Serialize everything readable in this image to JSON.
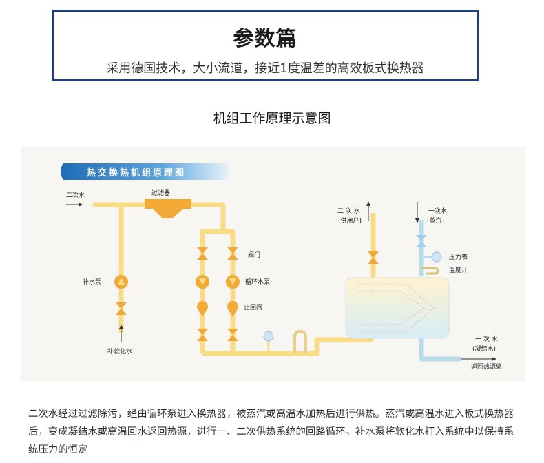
{
  "header": {
    "title": "参数篇",
    "subtitle": "采用德国技术，大小流道，接近1度温差的高效板式换热器"
  },
  "diagram_title": "机组工作原理示意图",
  "diagram": {
    "banner": "热交换热机组原理图",
    "labels": {
      "secondary_in": "二次水",
      "filter": "过滤器",
      "makeup_pump": "补水泵",
      "soft_water": "补软化水",
      "valve": "阀门",
      "circ_pump": "循环水泵",
      "check_valve": "止回阀",
      "secondary_out_1": "二 次 水",
      "secondary_out_2": "(供用户)",
      "primary_in_1": "一次水",
      "primary_in_2": "(蒸汽)",
      "pressure_gauge": "压力表",
      "thermometer": "温度计",
      "primary_out_1": "一 次 水",
      "primary_out_2": "(凝结水)",
      "return_heat": "返回热源处"
    },
    "colors": {
      "pipe_yellow": "#f8dc86",
      "pipe_blue": "#b9dcec",
      "valve_orange": "#f2a935",
      "banner_blue": "#2c7cc2"
    }
  },
  "caption": "二次水经过过滤除污，经由循环泵进入换热器，被蒸汽或高温水加热后进行供热。蒸汽或高温水进入板式换热器后，变成凝结水或高温回水返回热源，进行一、二次供热系统的回路循环。补水泵将软化水打入系统中以保持系统压力的恒定"
}
